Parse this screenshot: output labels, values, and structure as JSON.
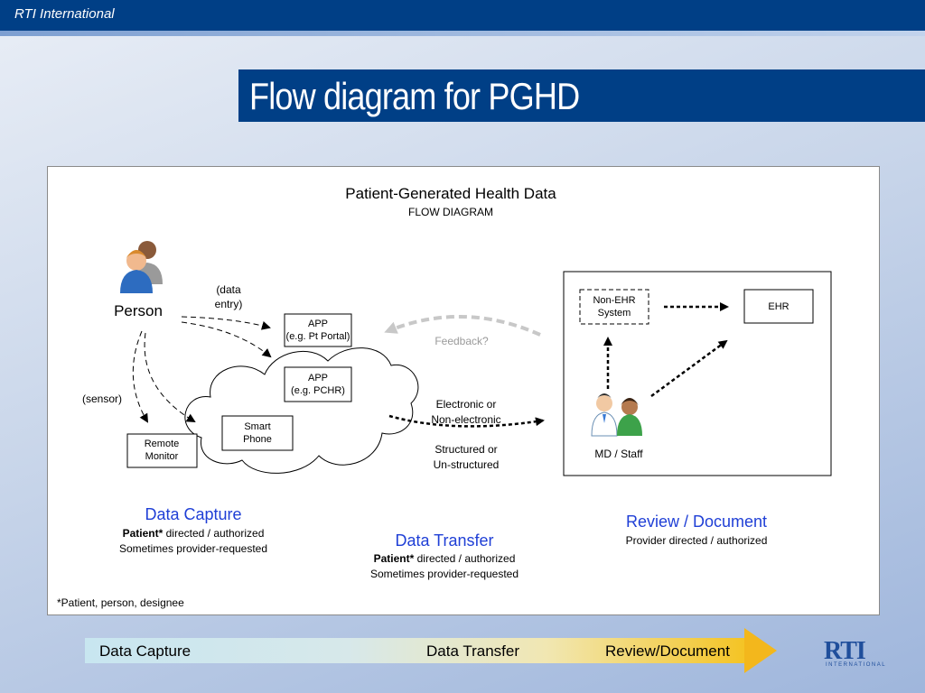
{
  "header": {
    "org": "RTI International"
  },
  "slide": {
    "title": "Flow diagram for PGHD"
  },
  "diagram": {
    "title": "Patient-Generated Health Data",
    "subtitle": "FLOW DIAGRAM",
    "person_label": "Person",
    "data_entry_label_1": "(data",
    "data_entry_label_2": "entry)",
    "sensor_label": "(sensor)",
    "app1_line1": "APP",
    "app1_line2": "(e.g. Pt Portal)",
    "app2_line1": "APP",
    "app2_line2": "(e.g. PCHR)",
    "phone_line1": "Smart",
    "phone_line2": "Phone",
    "monitor_line1": "Remote",
    "monitor_line2": "Monitor",
    "feedback_label": "Feedback?",
    "electronic_1": "Electronic or",
    "electronic_2": "Non-electronic",
    "structured_1": "Structured or",
    "structured_2": "Un-structured",
    "nonehr_line1": "Non-EHR",
    "nonehr_line2": "System",
    "ehr_label": "EHR",
    "md_label": "MD / Staff",
    "capture": {
      "heading": "Data Capture",
      "line1_bold": "Patient*",
      "line1_rest": " directed / authorized",
      "line2": "Sometimes provider-requested"
    },
    "transfer": {
      "heading": "Data Transfer",
      "line1_bold": "Patient*",
      "line1_rest": " directed / authorized",
      "line2": "Sometimes provider-requested"
    },
    "review": {
      "heading": "Review / Document",
      "line1": "Provider directed / authorized"
    },
    "footnote": "*Patient, person, designee",
    "colors": {
      "heading_blue": "#1f3fd6",
      "accent_navy": "#003f86"
    }
  },
  "bottom_bar": {
    "labels": [
      "Data Capture",
      "Data Transfer",
      "Review/Document"
    ]
  },
  "logo": {
    "main": "RTI",
    "sub": "INTERNATIONAL"
  }
}
